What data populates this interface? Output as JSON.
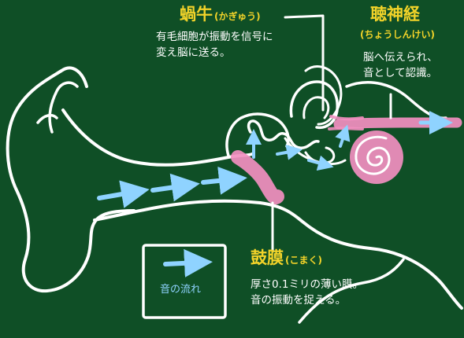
{
  "labels": {
    "cochlea": {
      "name": "蝸牛",
      "reading": "(かぎゅう)",
      "desc_line1": "有毛細胞が振動を信号に",
      "desc_line2": "変え脳に送る。"
    },
    "auditory_nerve": {
      "name": "聴神経",
      "reading": "(ちょうしんけい)",
      "desc_line1": "脳へ伝えられ、",
      "desc_line2": "音として認識。"
    },
    "eardrum": {
      "name": "鼓膜",
      "reading": "(こまく)",
      "desc_line1": "厚さ0.1ミリの薄い膜。",
      "desc_line2": "音の振動を捉える。"
    }
  },
  "legend": {
    "label": "音の流れ",
    "arrow_icon": "sound-flow-arrow-icon"
  },
  "colors": {
    "board": "#0f4f26",
    "chalk": "#ffffff",
    "title_yellow": "#f2d329",
    "sound_arrow": "#8fd3ff",
    "eardrum_pink": "#f28fc0"
  }
}
